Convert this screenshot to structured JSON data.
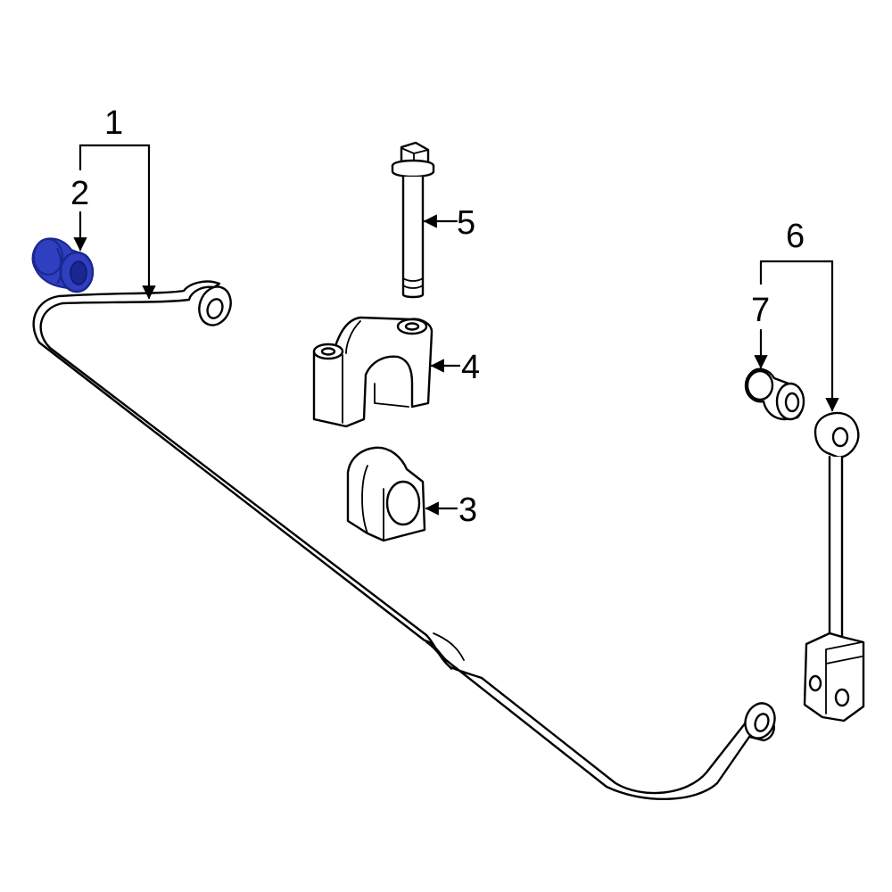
{
  "callouts": {
    "c1": "1",
    "c2": "2",
    "c3": "3",
    "c4": "4",
    "c5": "5",
    "c6": "6",
    "c7": "7"
  },
  "colors": {
    "highlight": "#2f3fc0",
    "highlight_dark": "#1a2790",
    "line": "#000000"
  }
}
